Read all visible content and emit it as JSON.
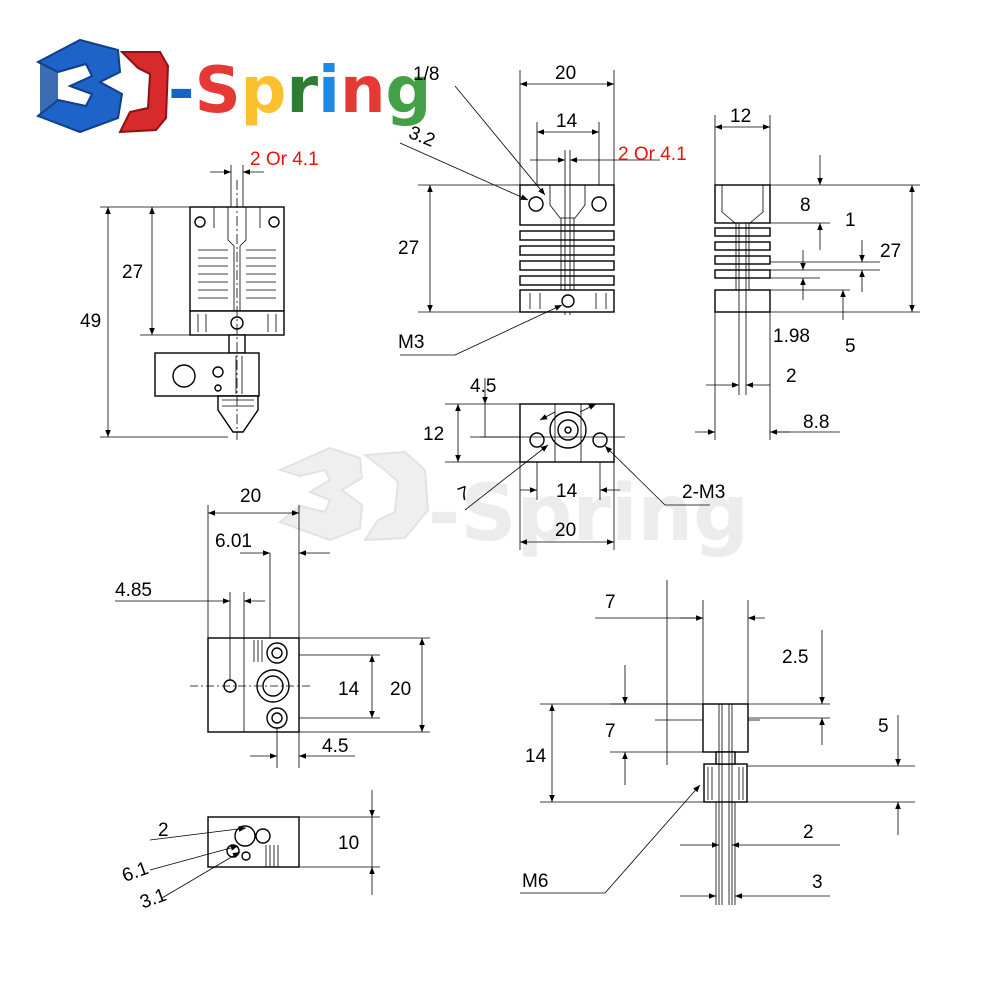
{
  "logo": {
    "mark": "3D",
    "text": "-Spring",
    "color_letters": [
      "#1565c0",
      "#e53935",
      "#fbc02d",
      "#2e7d32",
      "#1e88e5",
      "#e53935",
      "#43a047"
    ]
  },
  "watermark": {
    "text": "-Spring"
  },
  "colors": {
    "line": "#000000",
    "highlight": "#e8120c",
    "watermark": "#ececec"
  },
  "side_view": {
    "top_dim": "2 Or 4.1",
    "left_short": "27",
    "left_long": "49"
  },
  "front_view": {
    "thread": "1/8",
    "width_outer": "20",
    "width_inner": "14",
    "hole": "3.2",
    "nozzle": "2 Or 4.1",
    "height": "27",
    "screw": "M3"
  },
  "right_view": {
    "width": "12",
    "d8": "8",
    "d1": "1",
    "height": "27",
    "d198": "1.98",
    "d5": "5",
    "d2": "2",
    "d88": "8.8"
  },
  "bottom_view": {
    "d45": "4.5",
    "d12": "12",
    "d7": "7",
    "d14": "14",
    "screws": "2-M3",
    "d20": "20"
  },
  "heater_block": {
    "w20": "20",
    "d601": "6.01",
    "d485": "4.85",
    "h14": "14",
    "h20": "20",
    "d45": "4.5"
  },
  "heater_side": {
    "d2": "2",
    "d61": "6.1",
    "d31": "3.1",
    "h10": "10"
  },
  "nozzle": {
    "d7top": "7",
    "d25": "2.5",
    "d7": "7",
    "d5": "5",
    "d14": "14",
    "d2": "2",
    "thread": "M6",
    "d3": "3"
  }
}
